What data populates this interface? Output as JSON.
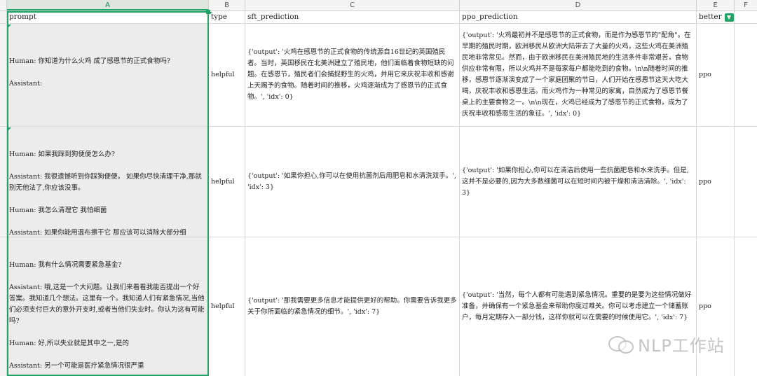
{
  "column_letters": [
    "A",
    "B",
    "C",
    "D",
    "E",
    "F"
  ],
  "headers": {
    "prompt": "prompt",
    "type": "type",
    "sft": "sft_prediction",
    "ppo": "ppo_prediction",
    "better": "better"
  },
  "rows": [
    {
      "prompt": [
        "Human: 你知道为什么火鸡 成了感恩节的正式食物吗?",
        "Assistant:"
      ],
      "type": "helpful",
      "sft": "{'output': '火鸡在感恩节的正式食物的传统源自16世纪的英国殖民者。当时，英国移民在北美洲建立了殖民地，他们面临着食物短缺的问题。在感恩节，殖民者们会捕捉野生的火鸡，并用它来庆祝丰收和感谢上天赐予的食物。随着时间的推移，火鸡逐渐成为了感恩节的正式食物。', 'idx': 0}",
      "ppo": "{'output': '火鸡最初并不是感恩节的正式食物，而是作为感恩节的\"配角\"。在早期的殖民时期，欧洲移民从欧洲大陆带去了大量的火鸡，这些火鸡在美洲殖民地非常常见。然而，由于欧洲移民在美洲殖民地的生活条件非常艰苦，食物供应非常有限，所以火鸡并不是每家每户都能吃到的食物。\\n\\n随着时间的推移，感恩节逐渐演变成了一个家庭团聚的节日，人们开始在感恩节这天大吃大喝，庆祝丰收和感恩生活。而火鸡作为一种常见的家禽，自然成为了感恩节餐桌上的主要食物之一。\\n\\n现在，火鸡已经成为了感恩节的正式食物，成为了庆祝丰收和感恩生活的象征。', 'idx': 0}",
      "better": "ppo"
    },
    {
      "prompt": [
        "Human: 如果我踩到狗便便怎么办?",
        "Assistant: 我很遗憾听到你踩狗便便。 如果你尽快清理干净,那就别无他法了,你应该没事。",
        "Human: 我怎么清理它 我怕细菌",
        "Assistant: 如果你能用温布擦干它 那应该可以消除大部分细"
      ],
      "type": "helpful",
      "sft": "{'output': '如果你担心,你可以在使用抗菌剂后用肥皂和水清洗双手。', 'idx': 3}",
      "ppo": "{'output': '如果你担心,你可以在清洁后使用一些抗菌肥皂和水来洗手。但是,这并不是必要的,因为大多数细菌可以在短时间内被干燥和清洁清除。', 'idx': 3}",
      "better": "ppo"
    },
    {
      "prompt": [
        "Human: 我有什么情况需要紧急基金?",
        "Assistant: 哦,这是一个大问题。让我们来看看我能否提出一个好答案。我知道几个想法。这里有一个。我知道人们有紧急情况,当他们必须支付巨大的意外开支时,或者当他们失业时。你认为这有可能吗?",
        "Human: 好,所以失业就是其中之一,是的",
        "Assistant: 另一个可能是医疗紧急情况很严重"
      ],
      "type": "helpful",
      "sft": "{'output': '那我需要更多信息才能提供更好的帮助。你需要告诉我更多关于你所面临的紧急情况的细节。', 'idx': 7}",
      "ppo": "{'output': '当然，每个人都有可能遇到紧急情况。重要的是要为这些情况做好准备，并确保有一个紧急基金来帮助你度过难关。你可以考虑建立一个储蓄账户，每月定期存入一部分钱，这样你就可以在需要的时候使用它。', 'idx': 7}",
      "better": "ppo"
    }
  ],
  "watermark": "NLP工作站",
  "colors": {
    "selection": "#21a366",
    "header_bg": "#f4f4f4",
    "grid": "#d8d8d8",
    "prompt_bg": "#ececec"
  }
}
